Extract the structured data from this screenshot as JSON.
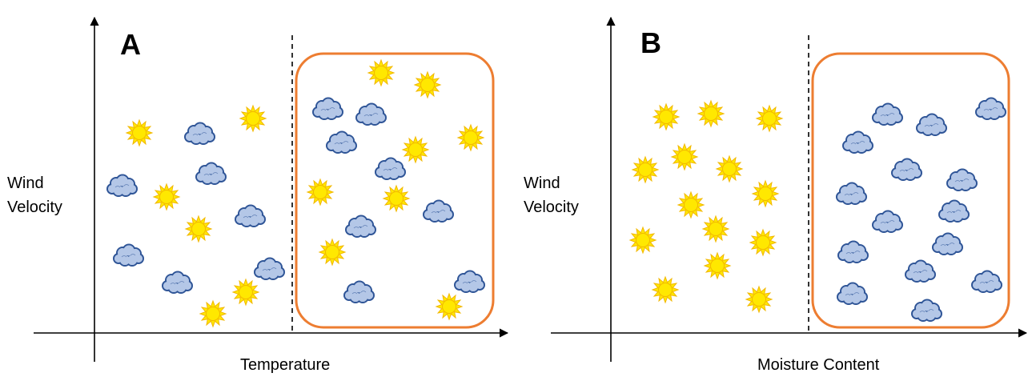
{
  "panels": [
    {
      "letter": "A",
      "y_label_line1": "Wind",
      "y_label_line2": "Velocity",
      "x_label": "Temperature"
    },
    {
      "letter": "B",
      "y_label_line1": "Wind",
      "y_label_line2": "Velocity",
      "x_label": "Moisture Content"
    }
  ],
  "icons": {
    "sun": "sun-icon",
    "cloud": "cloud-icon"
  },
  "colors": {
    "sun_fill": "#FFE800",
    "sun_stroke": "#F2B800",
    "cloud_fill": "#B4C7E7",
    "cloud_stroke": "#2F5597",
    "highlight_box": "#ED7D31",
    "axis": "#000000"
  }
}
